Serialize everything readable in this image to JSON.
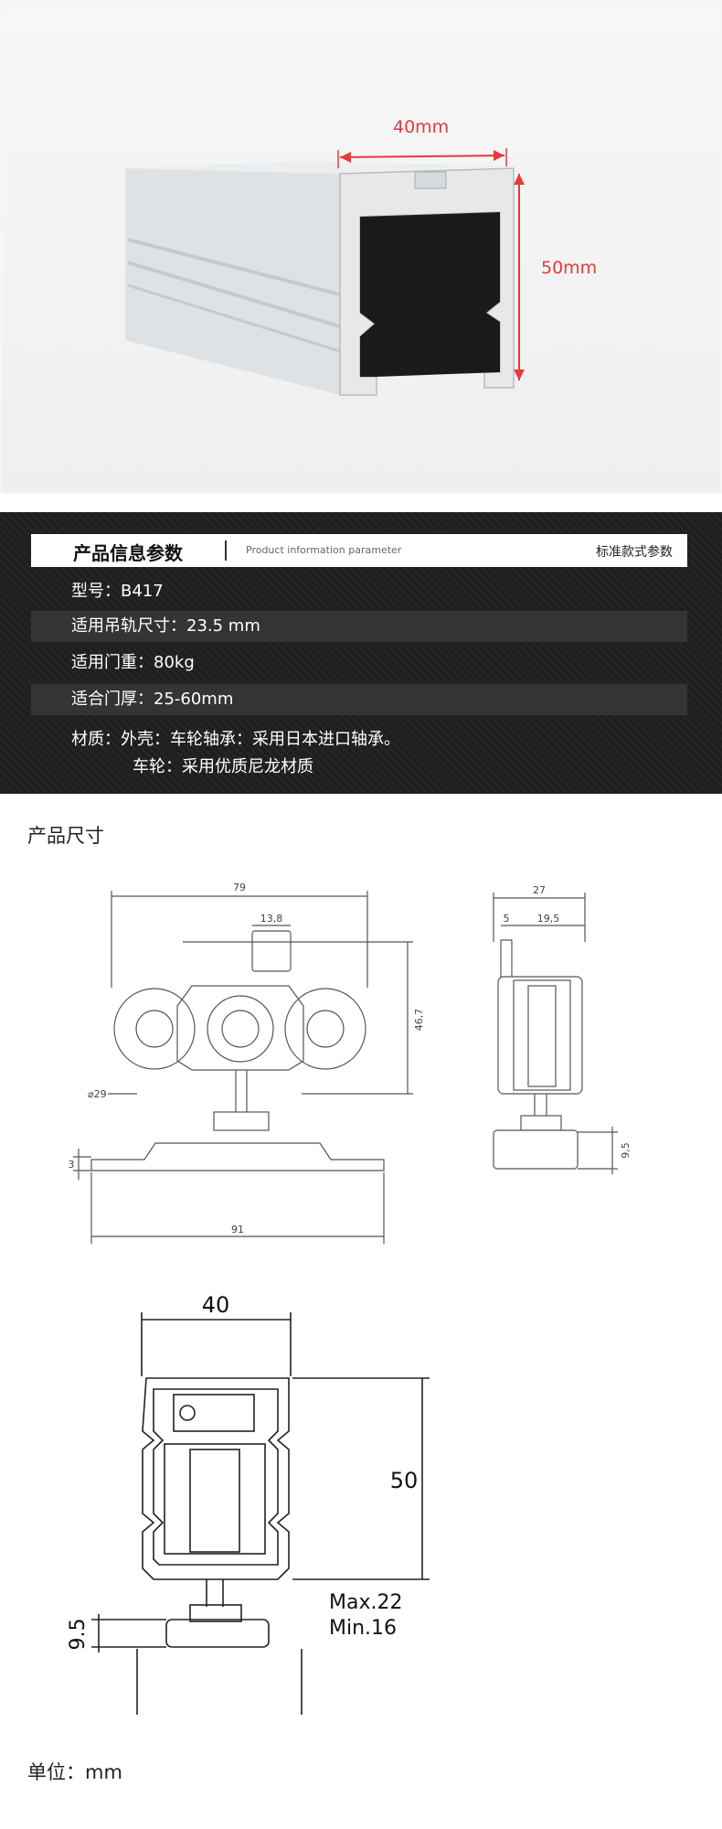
{
  "photo": {
    "width_label": "40mm",
    "height_label": "50mm",
    "accent": "#e63a3a"
  },
  "info": {
    "title": "产品信息参数",
    "subtitle": "Product information parameter",
    "tag": "标准款式参数",
    "rows": [
      "型号：B417",
      "适用吊轨尺寸：23.5 mm",
      "适用门重：80kg",
      "适合门厚：25-60mm",
      "材质：外壳：车轮轴承：采用日本进口轴承。",
      "车轮：采用优质尼龙材质"
    ]
  },
  "size_title": "产品尺寸",
  "drawing_front": {
    "w79": "79",
    "w138": "13,8",
    "h467": "46,7",
    "d29": "⌀29",
    "h3": "3",
    "w91": "91"
  },
  "drawing_side": {
    "w27": "27",
    "w5": "5",
    "w195": "19,5",
    "h95": "9,5"
  },
  "drawing_rail": {
    "w40": "40",
    "h50": "50",
    "max": "Max.22",
    "min": "Min.16",
    "h95": "9.5"
  },
  "unit": "单位：mm"
}
